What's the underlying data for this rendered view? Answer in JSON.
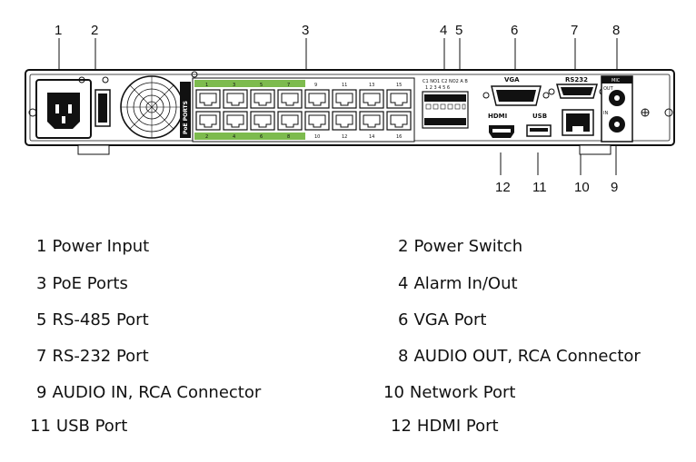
{
  "callouts": {
    "c1": "1",
    "c2": "2",
    "c3": "3",
    "c4": "4",
    "c5": "5",
    "c6": "6",
    "c7": "7",
    "c8": "8",
    "c9": "9",
    "c10": "10",
    "c11": "11",
    "c12": "12"
  },
  "panel_labels": {
    "poe_ports": "PoE PORTS",
    "vga": "VGA",
    "rs232": "RS232",
    "hdmi": "HDMI",
    "usb": "USB",
    "mic": "MIC",
    "out": "OUT",
    "in": "IN",
    "alarm_header": "C1 NO1 C2 NO2  A   B",
    "alarm_numbers": "1   2   3   4   5   6"
  },
  "port_numbers_top": [
    "1",
    "3",
    "5",
    "7",
    "9",
    "11",
    "13",
    "15"
  ],
  "port_numbers_bottom": [
    "2",
    "4",
    "6",
    "8",
    "10",
    "12",
    "14",
    "16"
  ],
  "legend": [
    {
      "num": "1",
      "label": "Power Input"
    },
    {
      "num": "2",
      "label": "Power Switch"
    },
    {
      "num": "3",
      "label": "PoE Ports"
    },
    {
      "num": "4",
      "label": "Alarm In/Out"
    },
    {
      "num": "5",
      "label": "RS-485 Port"
    },
    {
      "num": "6",
      "label": "VGA Port"
    },
    {
      "num": "7",
      "label": "RS-232 Port"
    },
    {
      "num": "8",
      "label": "AUDIO OUT, RCA Connector"
    },
    {
      "num": "9",
      "label": "AUDIO IN, RCA Connector"
    },
    {
      "num": "10",
      "label": "Network Port"
    },
    {
      "num": "11",
      "label": "USB Port"
    },
    {
      "num": "12",
      "label": "HDMI Port"
    }
  ],
  "colors": {
    "poe_green": "#7dbb4e",
    "outline": "#111111",
    "body_fill": "#ffffff"
  }
}
